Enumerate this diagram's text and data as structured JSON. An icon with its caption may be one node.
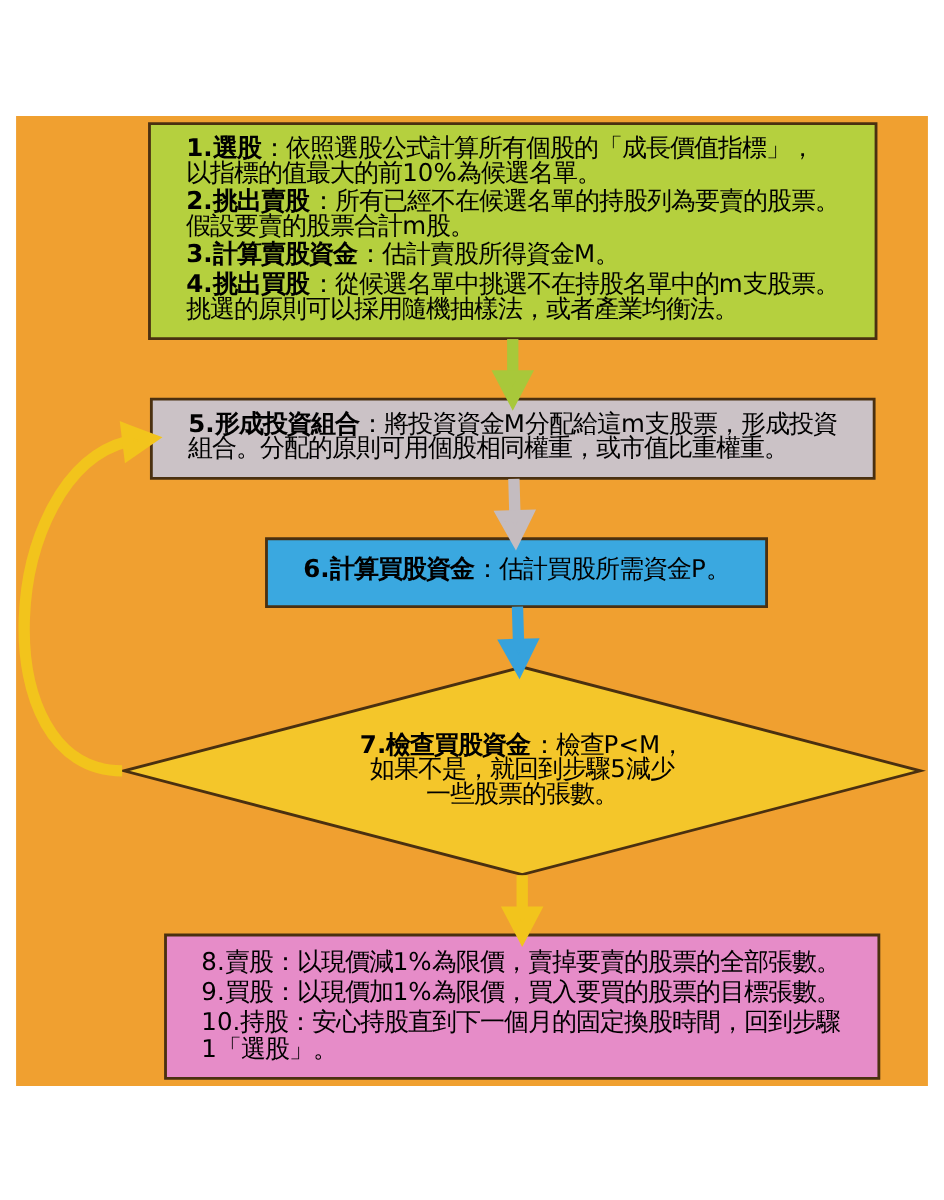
{
  "diagram": {
    "nodes": [
      {
        "text": [
          "**1.選股**：依照選股公式計算所有個股的「成長價值指標」，以指標的值最大的前10%為候選名單。",
          "**2.挑出賣股**：所有已經不在候選名單的持股列為要賣的股票。假設要賣的股票合計m股。",
          "**3.計算賣股資金**：估計賣股所得資金M。",
          "**4.挑出買股**：從候選名單中挑選不在持股名單中的m支股票。挑選的原則可以採用隨機抽樣法，或者產業均衡法。"
        ]
      },
      {
        "text": [
          "**5.形成投資組合**：將投資資金M分配給這m支股票，形成投資組合。分配的原則可用個股相同權重，或市值比重權重。"
        ]
      },
      {
        "text": [
          "**6.計算買股資金**：估計買股所需資金P。"
        ]
      },
      {
        "text": [
          "**7.檢查買股資金**：檢查P<M，如果不是，就回到步驟5減少一些股票的張數。"
        ]
      },
      {
        "text": [
          "8.賣股：以現價減1%為限價，賣掉要賣的股票的全部張數。",
          "9.買股：以現價加1%為限價，買入要買的股票的目標張數。",
          "10.持股：安心持股直到下一個月的固定換股時間，回到步驟1「選股」。"
        ]
      }
    ],
    "edges": [
      {
        "from": 0,
        "to": 1,
        "arrow": "to",
        "color": "#a8c83a"
      },
      {
        "from": 1,
        "to": 2,
        "arrow": "to",
        "color": "#c4bcc0"
      },
      {
        "from": 2,
        "to": 3,
        "arrow": "to",
        "color": "#36a2dc"
      },
      {
        "from": 3,
        "to": 4,
        "arrow": "to",
        "color": "#f2c41c"
      },
      {
        "from": 3,
        "to": 1,
        "arrow": "to",
        "color": "#f2c41c"
      }
    ]
  }
}
